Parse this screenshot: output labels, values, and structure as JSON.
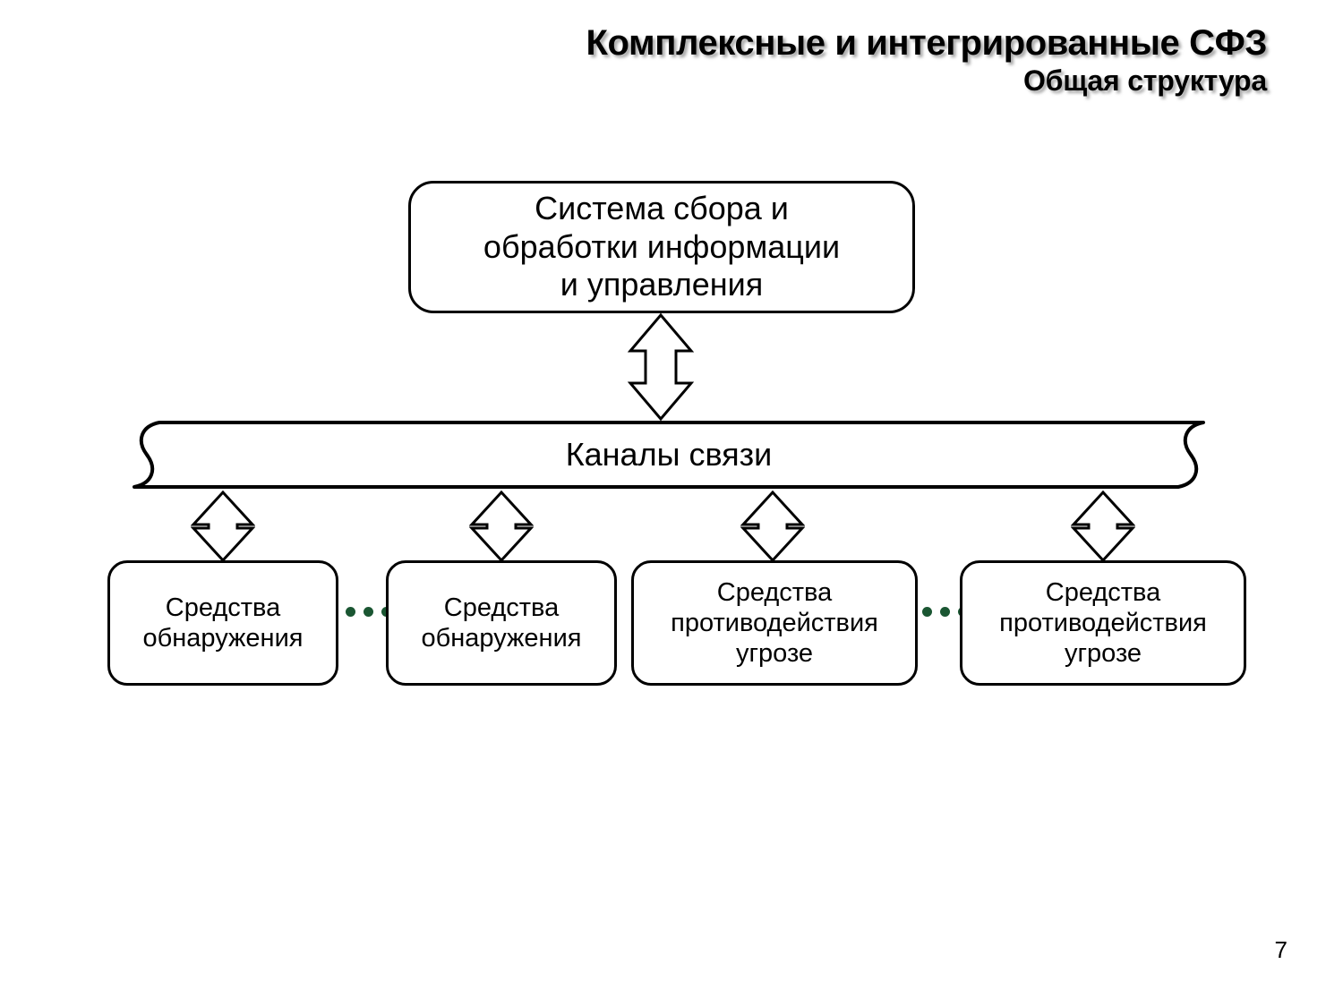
{
  "slide": {
    "title": "Комплексные и интегрированные СФЗ",
    "subtitle": "Общая структура",
    "page_number": "7",
    "colors": {
      "stroke": "#000000",
      "fill": "#ffffff",
      "ellipsis_dot": "#1a5632",
      "title_shadow": "#8c8c8c"
    }
  },
  "diagram": {
    "type": "block-diagram",
    "nodes": [
      {
        "id": "collection-system",
        "label": "Система сбора и\nобработки информации\nи управления",
        "shape": "rounded-rectangle",
        "level": "top"
      },
      {
        "id": "communication-channels",
        "label": "Каналы связи",
        "shape": "punched-tape",
        "level": "middle"
      },
      {
        "id": "detection-means-1",
        "label": "Средства\nобнаружения",
        "shape": "rounded-rectangle",
        "level": "bottom"
      },
      {
        "id": "detection-means-2",
        "label": "Средства\nобнаружения",
        "shape": "rounded-rectangle",
        "level": "bottom"
      },
      {
        "id": "countermeasure-means-1",
        "label": "Средства\nпротиводействия\nугрозе",
        "shape": "rounded-rectangle",
        "level": "bottom"
      },
      {
        "id": "countermeasure-means-2",
        "label": "Средства\nпротиводействия\nугрозе",
        "shape": "rounded-rectangle",
        "level": "bottom"
      }
    ],
    "connectors": [
      {
        "id": "link-collection-channels",
        "from": "collection-system",
        "to": "communication-channels",
        "style": "double-headed-block-arrow"
      },
      {
        "id": "link-channels-detect-1",
        "from": "communication-channels",
        "to": "detection-means-1",
        "style": "double-headed-block-arrow"
      },
      {
        "id": "link-channels-detect-2",
        "from": "communication-channels",
        "to": "detection-means-2",
        "style": "double-headed-block-arrow"
      },
      {
        "id": "link-channels-counter-1",
        "from": "communication-channels",
        "to": "countermeasure-means-1",
        "style": "double-headed-block-arrow"
      },
      {
        "id": "link-channels-counter-2",
        "from": "communication-channels",
        "to": "countermeasure-means-2",
        "style": "double-headed-block-arrow"
      }
    ],
    "ellipses": [
      {
        "id": "ellipsis-detection",
        "between": [
          "detection-means-1",
          "detection-means-2"
        ],
        "dots": 3
      },
      {
        "id": "ellipsis-countermeasure",
        "between": [
          "countermeasure-means-1",
          "countermeasure-means-2"
        ],
        "dots": 3
      }
    ]
  }
}
